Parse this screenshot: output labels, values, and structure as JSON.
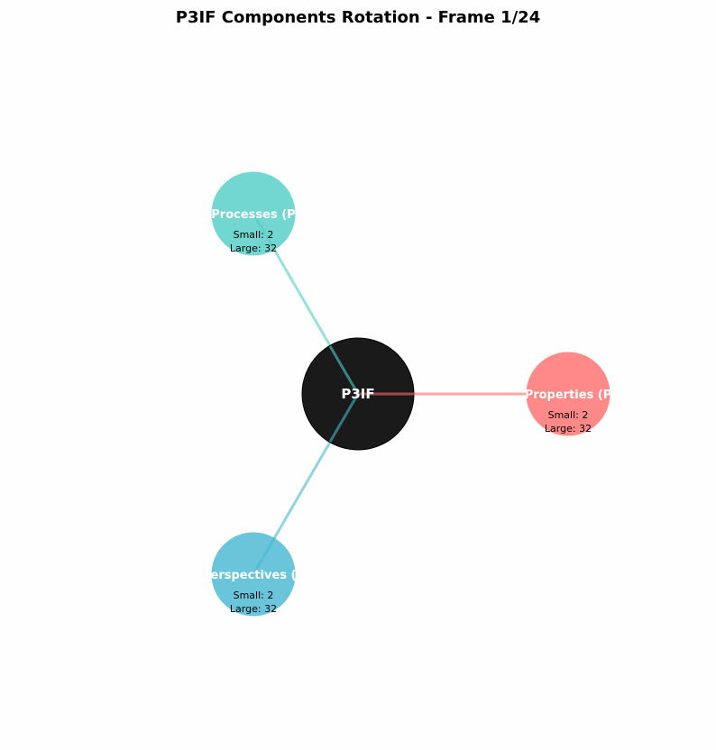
{
  "title": "P3IF Components Rotation - Frame 1/24",
  "center": {
    "label": "P3IF",
    "color": "#1a1a1a"
  },
  "components": [
    {
      "key": "properties",
      "label": "Properties (P",
      "color": "#ff6b6b",
      "small": "Small: 2",
      "large": "Large: 32"
    },
    {
      "key": "processes",
      "label": "Processes (P",
      "color": "#4ecdc4",
      "small": "Small: 2",
      "large": "Large: 32"
    },
    {
      "key": "perspectives",
      "label": "erspectives (",
      "color": "#45b7d1",
      "small": "Small: 2",
      "large": "Large: 32"
    }
  ]
}
